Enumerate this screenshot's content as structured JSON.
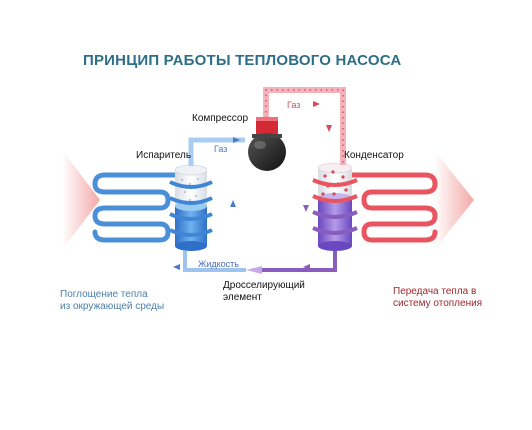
{
  "title": "ПРИНЦИП РАБОТЫ ТЕПЛОВОГО НАСОСА",
  "labels": {
    "compressor": "Компрессор",
    "evaporator": "Испаритель",
    "condenser": "Конденсатор",
    "gas_top": "Газ",
    "gas_left": "Газ",
    "liquid": "Жидкость",
    "throttle_line1": "Дросселирующий",
    "throttle_line2": "элемент",
    "absorb_line1": "Поглощение тепла",
    "absorb_line2": "из окружающей среды",
    "transfer_line1": "Передача тепла в",
    "transfer_line2": "систему отопления"
  },
  "colors": {
    "title": "#2d6e88",
    "cold_pipe": "#4a8fd8",
    "hot_pipe": "#e85560",
    "hot_line_dotted": "#e8a0a8",
    "throttle_line": "#8a5cc0",
    "heat_in_arrow": "#f7c4c4",
    "heat_out_arrow": "#f7c4c4",
    "compressor_body": "#2b2b2b",
    "compressor_top": "#d42a36"
  }
}
